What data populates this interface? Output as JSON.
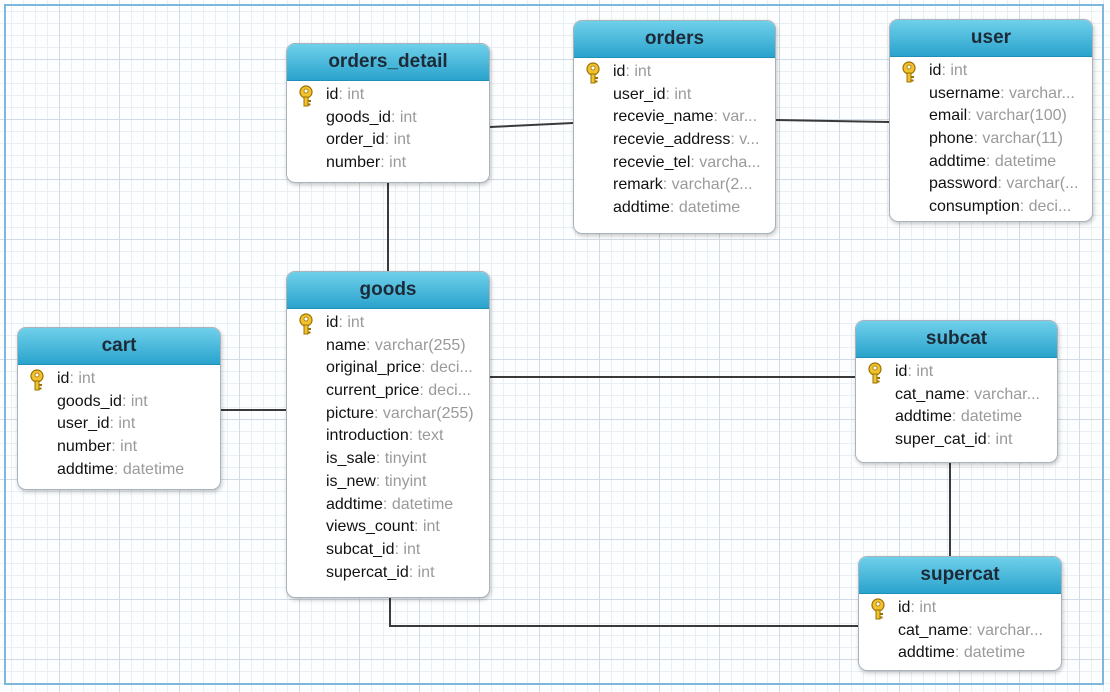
{
  "colors": {
    "header_top": "#6fd0ea",
    "header_bottom": "#2aa3cd",
    "key_icon": "#f2c12e",
    "line": "#3a3a3a",
    "frame": "#7fb6dc"
  },
  "pk_icon_name": "key-icon",
  "tables": {
    "orders_detail": {
      "title": "orders_detail",
      "fields": [
        {
          "name": "id",
          "type": ": int",
          "pk": true
        },
        {
          "name": "goods_id",
          "type": ": int"
        },
        {
          "name": "order_id",
          "type": ": int"
        },
        {
          "name": "number",
          "type": ": int"
        }
      ]
    },
    "orders": {
      "title": "orders",
      "fields": [
        {
          "name": "id",
          "type": ": int",
          "pk": true
        },
        {
          "name": "user_id",
          "type": ": int"
        },
        {
          "name": "recevie_name",
          "type": ": var..."
        },
        {
          "name": "recevie_address",
          "type": ": v..."
        },
        {
          "name": "recevie_tel",
          "type": ": varcha..."
        },
        {
          "name": "remark",
          "type": ": varchar(2..."
        },
        {
          "name": "addtime",
          "type": ": datetime"
        }
      ]
    },
    "user": {
      "title": "user",
      "fields": [
        {
          "name": "id",
          "type": ": int",
          "pk": true
        },
        {
          "name": "username",
          "type": ": varchar..."
        },
        {
          "name": "email",
          "type": ": varchar(100)"
        },
        {
          "name": "phone",
          "type": ": varchar(11)"
        },
        {
          "name": "addtime",
          "type": ": datetime"
        },
        {
          "name": "password",
          "type": ": varchar(..."
        },
        {
          "name": "consumption",
          "type": ": deci..."
        }
      ]
    },
    "goods": {
      "title": "goods",
      "fields": [
        {
          "name": "id",
          "type": ": int",
          "pk": true
        },
        {
          "name": "name",
          "type": ": varchar(255)"
        },
        {
          "name": "original_price",
          "type": ": deci..."
        },
        {
          "name": "current_price",
          "type": ": deci..."
        },
        {
          "name": "picture",
          "type": ": varchar(255)"
        },
        {
          "name": "introduction",
          "type": ": text"
        },
        {
          "name": "is_sale",
          "type": ": tinyint"
        },
        {
          "name": "is_new",
          "type": ": tinyint"
        },
        {
          "name": "addtime",
          "type": ": datetime"
        },
        {
          "name": "views_count",
          "type": ": int"
        },
        {
          "name": "subcat_id",
          "type": ": int"
        },
        {
          "name": "supercat_id",
          "type": ": int"
        }
      ]
    },
    "cart": {
      "title": "cart",
      "fields": [
        {
          "name": "id",
          "type": ": int",
          "pk": true
        },
        {
          "name": "goods_id",
          "type": ": int"
        },
        {
          "name": "user_id",
          "type": ": int"
        },
        {
          "name": "number",
          "type": ": int"
        },
        {
          "name": "addtime",
          "type": ": datetime"
        }
      ]
    },
    "subcat": {
      "title": "subcat",
      "fields": [
        {
          "name": "id",
          "type": ": int",
          "pk": true
        },
        {
          "name": "cat_name",
          "type": ": varchar..."
        },
        {
          "name": "addtime",
          "type": ": datetime"
        },
        {
          "name": "super_cat_id",
          "type": ": int"
        }
      ]
    },
    "supercat": {
      "title": "supercat",
      "fields": [
        {
          "name": "id",
          "type": ": int",
          "pk": true
        },
        {
          "name": "cat_name",
          "type": ": varchar..."
        },
        {
          "name": "addtime",
          "type": ": datetime"
        }
      ]
    }
  },
  "relations": [
    {
      "from": "orders_detail",
      "to": "orders"
    },
    {
      "from": "orders",
      "to": "user"
    },
    {
      "from": "orders_detail",
      "to": "goods"
    },
    {
      "from": "cart",
      "to": "goods"
    },
    {
      "from": "goods",
      "to": "subcat"
    },
    {
      "from": "subcat",
      "to": "supercat"
    },
    {
      "from": "goods",
      "to": "supercat"
    }
  ]
}
